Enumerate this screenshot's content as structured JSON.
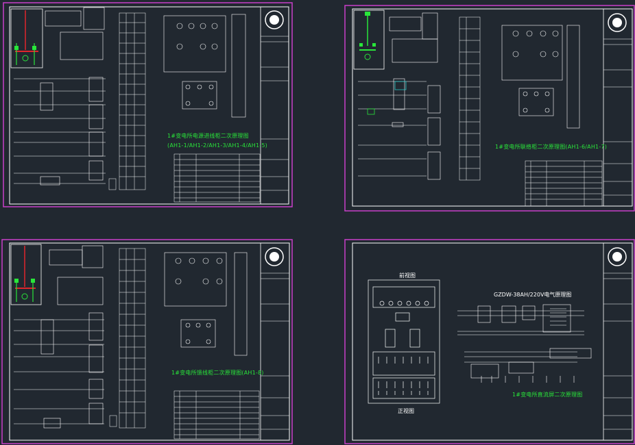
{
  "sheets": [
    {
      "id": "sheet-1",
      "caption_line1": "1#变电所电源进线柜二次原理图",
      "caption_line2": "(AH1-1/AH1-2/AH1-3/AH1-4/AH1-5)"
    },
    {
      "id": "sheet-2",
      "caption_line1": "1#变电所联络柜二次原理图(AH1-6/AH1-7)"
    },
    {
      "id": "sheet-3",
      "caption_line1": "1#变电所馈线柜二次原理图(AH1-8)"
    },
    {
      "id": "sheet-4",
      "caption_line1": "1#变电所直流屏二次原理图",
      "panel_top_label": "前视图",
      "panel_bottom_label": "正视图",
      "wiring_title": "GZDW-38AH/220V电气原理图"
    }
  ],
  "colors": {
    "background": "#212830",
    "frame": "#c93fc9",
    "line": "#ffffff",
    "highlight": "#29e63a",
    "accent_red": "#e0262c",
    "accent_cyan": "#27c3c3",
    "accent_yellow": "#e6d43c"
  }
}
